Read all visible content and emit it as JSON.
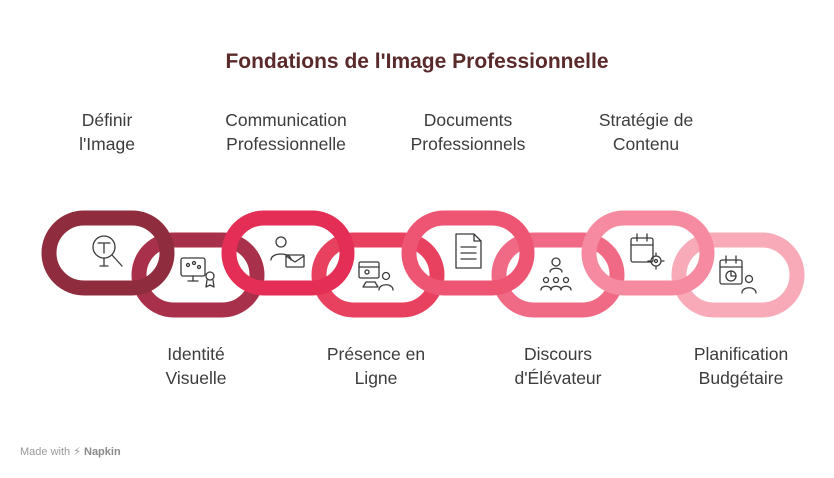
{
  "title": "Fondations de l'Image Professionnelle",
  "footer": {
    "prefix": "Made with",
    "brand": "Napkin"
  },
  "links": [
    {
      "label1": "Définir",
      "label2": "l'Image",
      "color": "#8f2c3d",
      "icon": "magnifier-t-icon"
    },
    {
      "label1": "Identité",
      "label2": "Visuelle",
      "color": "#a8304a",
      "icon": "design-award-icon"
    },
    {
      "label1": "Communication",
      "label2": "Professionnelle",
      "color": "#e42e55",
      "icon": "user-mail-icon"
    },
    {
      "label1": "Présence en",
      "label2": "Ligne",
      "color": "#e8405f",
      "icon": "online-presence-icon"
    },
    {
      "label1": "Documents",
      "label2": "Professionnels",
      "color": "#ee5573",
      "icon": "document-icon"
    },
    {
      "label1": "Discours",
      "label2": "d'Élévateur",
      "color": "#f06a85",
      "icon": "audience-icon"
    },
    {
      "label1": "Stratégie de",
      "label2": "Contenu",
      "color": "#f58aa1",
      "icon": "calendar-gear-icon"
    },
    {
      "label1": "Planification",
      "label2": "Budgétaire",
      "color": "#f8aab9",
      "icon": "budget-calendar-icon"
    }
  ]
}
